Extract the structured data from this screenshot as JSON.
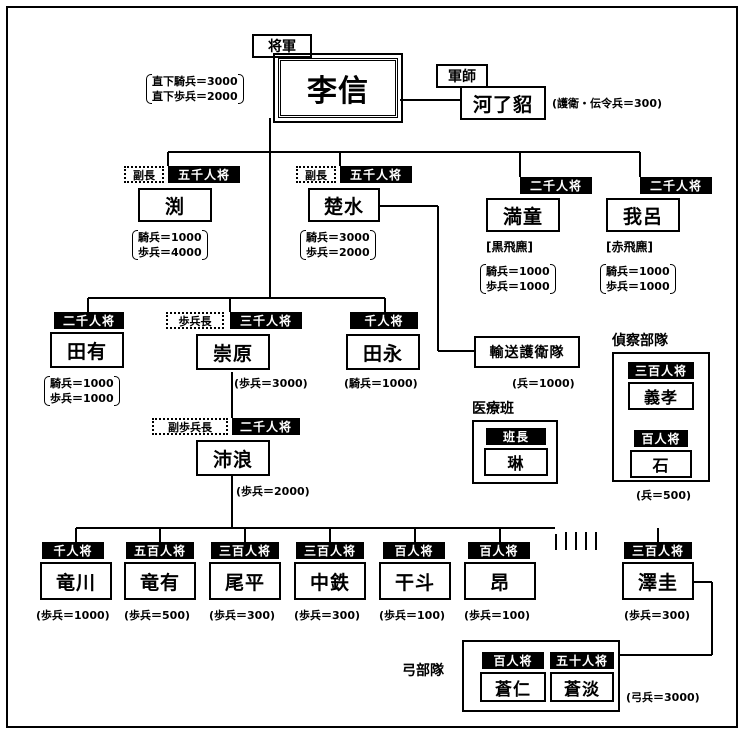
{
  "general": {
    "rank": "将軍",
    "name": "李信",
    "troops": [
      "直下騎兵＝3000",
      "直下歩兵＝2000"
    ]
  },
  "advisor": {
    "rank": "軍師",
    "name": "河了貂",
    "troops": "(護衛・伝令兵＝300)"
  },
  "tier1": [
    {
      "id": "en",
      "role": "副長",
      "rank": "五千人将",
      "name": "渕",
      "troops": [
        "騎兵＝1000",
        "歩兵＝4000"
      ]
    },
    {
      "id": "sosui",
      "role": "副長",
      "rank": "五千人将",
      "name": "楚水",
      "troops": [
        "騎兵＝3000",
        "歩兵＝2000"
      ]
    },
    {
      "id": "mando",
      "rank": "二千人将",
      "name": "満童",
      "unit": "[黒飛麃]",
      "troops": [
        "騎兵＝1000",
        "歩兵＝1000"
      ]
    },
    {
      "id": "garo",
      "rank": "二千人将",
      "name": "我呂",
      "unit": "[赤飛麃]",
      "troops": [
        "騎兵＝1000",
        "歩兵＝1000"
      ]
    }
  ],
  "tier2": [
    {
      "id": "denyu",
      "rank": "二千人将",
      "name": "田有",
      "troops": [
        "騎兵＝1000",
        "歩兵＝1000"
      ]
    },
    {
      "id": "sugen",
      "role": "歩兵長",
      "rank": "三千人将",
      "name": "崇原",
      "troops": "(歩兵＝3000)"
    },
    {
      "id": "denei",
      "rank": "千人将",
      "name": "田永",
      "troops": "(騎兵＝1000)"
    }
  ],
  "convoy": {
    "name": "輸送護衛隊",
    "troops": "(兵＝1000)"
  },
  "medical": {
    "label": "医療班",
    "rank": "班長",
    "name": "琳"
  },
  "scouts": {
    "label": "偵察部隊",
    "members": [
      {
        "rank": "三百人将",
        "name": "義孝"
      },
      {
        "rank": "百人将",
        "name": "石"
      }
    ],
    "troops": "(兵＝500)"
  },
  "tier3": {
    "role": "副歩兵長",
    "rank": "二千人将",
    "name": "沛浪",
    "troops": "(歩兵＝2000)"
  },
  "tier4": [
    {
      "rank": "千人将",
      "name": "竜川",
      "troops": "(歩兵＝1000)"
    },
    {
      "rank": "五百人将",
      "name": "竜有",
      "troops": "(歩兵＝500)"
    },
    {
      "rank": "三百人将",
      "name": "尾平",
      "troops": "(歩兵＝300)"
    },
    {
      "rank": "三百人将",
      "name": "中鉄",
      "troops": "(歩兵＝300)"
    },
    {
      "rank": "百人将",
      "name": "干斗",
      "troops": "(歩兵＝100)"
    },
    {
      "rank": "百人将",
      "name": "昂",
      "troops": "(歩兵＝100)"
    },
    {
      "rank": "三百人将",
      "name": "澤圭",
      "troops": "(歩兵＝300)"
    }
  ],
  "archers": {
    "label": "弓部隊",
    "members": [
      {
        "rank": "百人将",
        "name": "蒼仁"
      },
      {
        "rank": "五十人将",
        "name": "蒼淡"
      }
    ],
    "troops": "(弓兵＝3000)"
  }
}
